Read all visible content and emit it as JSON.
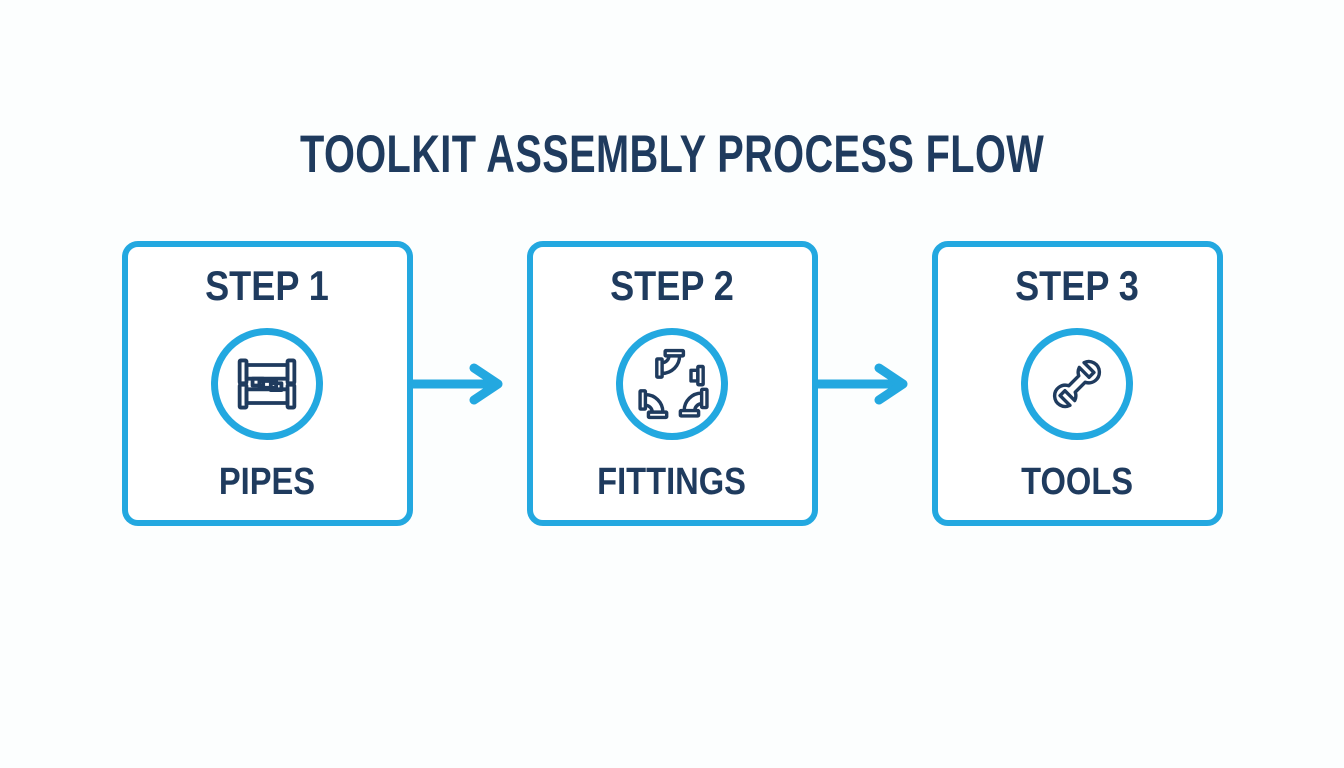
{
  "title": "TOOLKIT ASSEMBLY PROCESS FLOW",
  "colors": {
    "accent_blue": "#23A8E0",
    "navy": "#1F3B5E",
    "background": "#FCFEFE"
  },
  "steps": [
    {
      "step_label": "STEP 1",
      "item_label": "PIPES",
      "icon": "pipes-icon"
    },
    {
      "step_label": "STEP 2",
      "item_label": "FITTINGS",
      "icon": "fittings-icon"
    },
    {
      "step_label": "STEP 3",
      "item_label": "TOOLS",
      "icon": "wrench-icon"
    }
  ],
  "connectors": [
    {
      "type": "arrow-right"
    },
    {
      "type": "arrow-right"
    }
  ]
}
